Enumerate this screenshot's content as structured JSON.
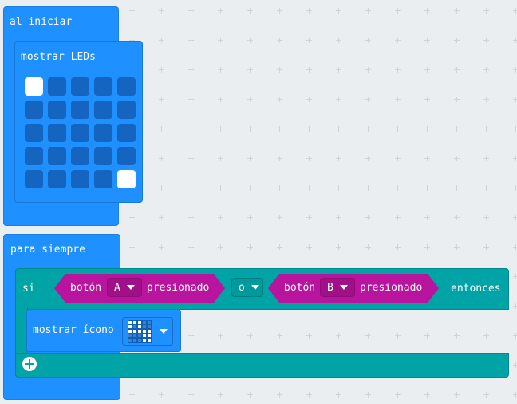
{
  "on_start": {
    "label": "al iniciar"
  },
  "show_leds": {
    "label": "mostrar LEDs",
    "grid": [
      [
        1,
        0,
        0,
        0,
        0
      ],
      [
        0,
        0,
        0,
        0,
        0
      ],
      [
        0,
        0,
        0,
        0,
        0
      ],
      [
        0,
        0,
        0,
        0,
        0
      ],
      [
        0,
        0,
        0,
        0,
        1
      ]
    ]
  },
  "forever": {
    "label": "para siempre"
  },
  "if_block": {
    "if_label": "si",
    "then_label": "entonces",
    "button_a": {
      "text": "botón",
      "value": "A",
      "state": "presionado"
    },
    "operator": "o",
    "button_b": {
      "text": "botón",
      "value": "B",
      "state": "presionado"
    }
  },
  "show_icon": {
    "label": "mostrar ícono",
    "icon_name": "snake-icon",
    "icon_grid": [
      [
        1,
        1,
        1,
        0,
        0
      ],
      [
        1,
        0,
        1,
        0,
        0
      ],
      [
        1,
        1,
        1,
        1,
        1
      ],
      [
        0,
        0,
        0,
        1,
        1
      ],
      [
        0,
        0,
        0,
        1,
        1
      ]
    ]
  },
  "add_icon": "plus-circle-icon",
  "colors": {
    "basic_blue": "#1e90ff",
    "logic_teal": "#00a4a6",
    "input_magenta": "#b8149e",
    "led_off": "#1565c0",
    "led_on": "#ffffff"
  }
}
